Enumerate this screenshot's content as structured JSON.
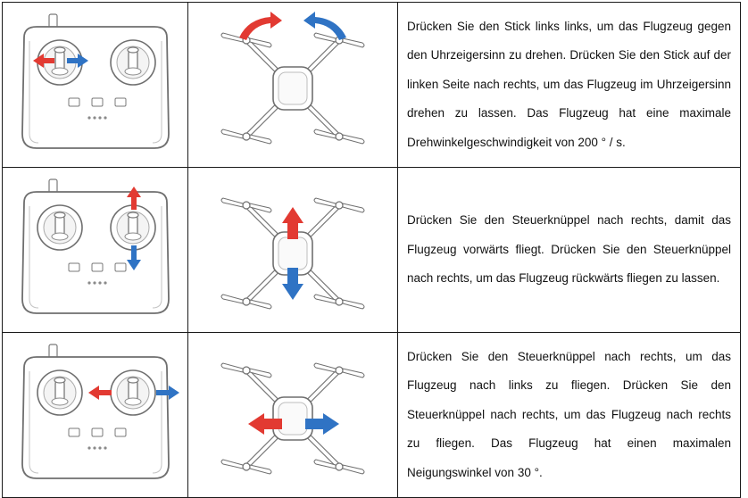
{
  "rows": [
    {
      "text": "Drücken Sie den Stick links links, um das Flugzeug gegen den Uhrzeigersinn zu drehen. Drücken Sie den Stick auf der linken Seite nach rechts, um das Flugzeug im Uhrzeigersinn drehen zu lassen. Das Flugzeug hat eine maximale Drehwinkelgeschwindigkeit von 200 ° / s.",
      "remote_icon": "remote-left-stick-yaw-icon",
      "drone_icon": "drone-yaw-rotation-icon"
    },
    {
      "text": "Drücken Sie den Steuerknüppel nach rechts, damit das Flugzeug vorwärts fliegt. Drücken Sie den Steuerknüppel nach rechts, um das Flugzeug rückwärts fliegen zu lassen.",
      "remote_icon": "remote-right-stick-pitch-icon",
      "drone_icon": "drone-forward-backward-icon"
    },
    {
      "text": "Drücken Sie den Steuerknüppel nach rechts, um das Flugzeug nach links zu fliegen. Drücken Sie den Steuerknüppel nach rechts, um das Flugzeug nach rechts zu fliegen. Das Flugzeug hat einen maximalen Neigungswinkel von 30 °.",
      "remote_icon": "remote-right-stick-roll-icon",
      "drone_icon": "drone-left-right-icon"
    }
  ],
  "colors": {
    "red": "#e23a32",
    "blue": "#2f73c4",
    "line": "#6f6f6f"
  }
}
